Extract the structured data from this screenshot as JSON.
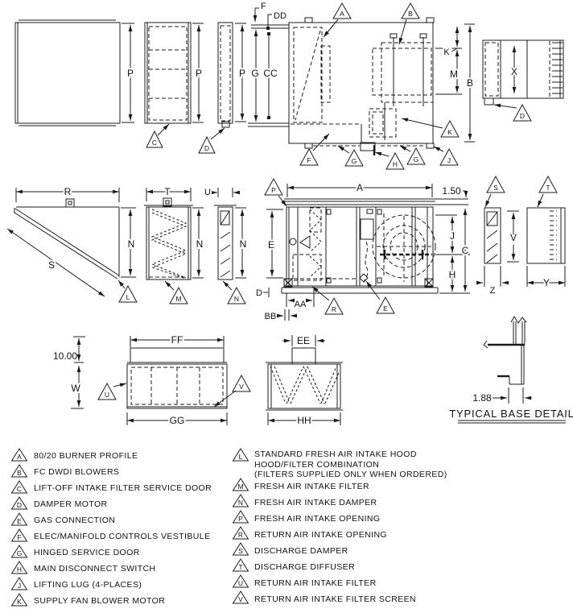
{
  "drawing_labels": {
    "P": "P",
    "F": "F",
    "DD": "DD",
    "G": "G",
    "CC": "CC",
    "A": "A",
    "B": "B",
    "K": "K",
    "M": "M",
    "X": "X",
    "R": "R",
    "S": "S",
    "N": "N",
    "T": "T",
    "U": "U",
    "E": "E",
    "J": "J",
    "C": "C",
    "H": "H",
    "D": "D",
    "AA": "AA",
    "BB": "BB",
    "V": "V",
    "Z": "Z",
    "Y": "Y",
    "FF": "FF",
    "GG": "GG",
    "W": "W",
    "EE": "EE",
    "HH": "HH",
    "dim_150": "1.50",
    "dim_10_00": "10.00",
    "dim_1_88": "1.88"
  },
  "callout_letters": {
    "A": "A",
    "B": "B",
    "C": "C",
    "D": "D",
    "E": "E",
    "F": "F",
    "G": "G",
    "H": "H",
    "J": "J",
    "K": "K",
    "L": "L",
    "M": "M",
    "N": "N",
    "P": "P",
    "R": "R",
    "S": "S",
    "T": "T",
    "U": "U",
    "V": "V"
  },
  "base_detail": {
    "title": "TYPICAL BASE DETAIL"
  },
  "legend": {
    "left": [
      {
        "letter": "A",
        "text": "80/20 BURNER PROFILE"
      },
      {
        "letter": "B",
        "text": "FC DWDI BLOWERS"
      },
      {
        "letter": "C",
        "text": "LIFT-OFF INTAKE FILTER SERVICE DOOR"
      },
      {
        "letter": "D",
        "text": "DAMPER MOTOR"
      },
      {
        "letter": "E",
        "text": "GAS CONNECTION"
      },
      {
        "letter": "F",
        "text": "ELEC/MANIFOLD CONTROLS VESTIBULE"
      },
      {
        "letter": "G",
        "text": "HINGED SERVICE DOOR"
      },
      {
        "letter": "H",
        "text": "MAIN DISCONNECT SWITCH"
      },
      {
        "letter": "J",
        "text": "LIFTING LUG (4-PLACES)"
      },
      {
        "letter": "K",
        "text": "SUPPLY FAN BLOWER MOTOR"
      }
    ],
    "right": [
      {
        "letter": "L",
        "lines": [
          "STANDARD FRESH AIR INTAKE HOOD",
          "HOOD/FILTER COMBINATION",
          "(FILTERS SUPPLIED ONLY WHEN ORDERED)"
        ]
      },
      {
        "letter": "M",
        "text": "FRESH AIR INTAKE FILTER"
      },
      {
        "letter": "N",
        "text": "FRESH AIR INTAKE DAMPER"
      },
      {
        "letter": "P",
        "text": "FRESH AIR INTAKE OPENING"
      },
      {
        "letter": "R",
        "text": "RETURN AIR INTAKE OPENING"
      },
      {
        "letter": "S",
        "text": "DISCHARGE DAMPER"
      },
      {
        "letter": "T",
        "text": "DISCHARGE DIFFUSER"
      },
      {
        "letter": "U",
        "text": "RETURN AIR INTAKE FILTER"
      },
      {
        "letter": "V",
        "text": "RETURN AIR INTAKE FILTER SCREEN"
      }
    ]
  }
}
